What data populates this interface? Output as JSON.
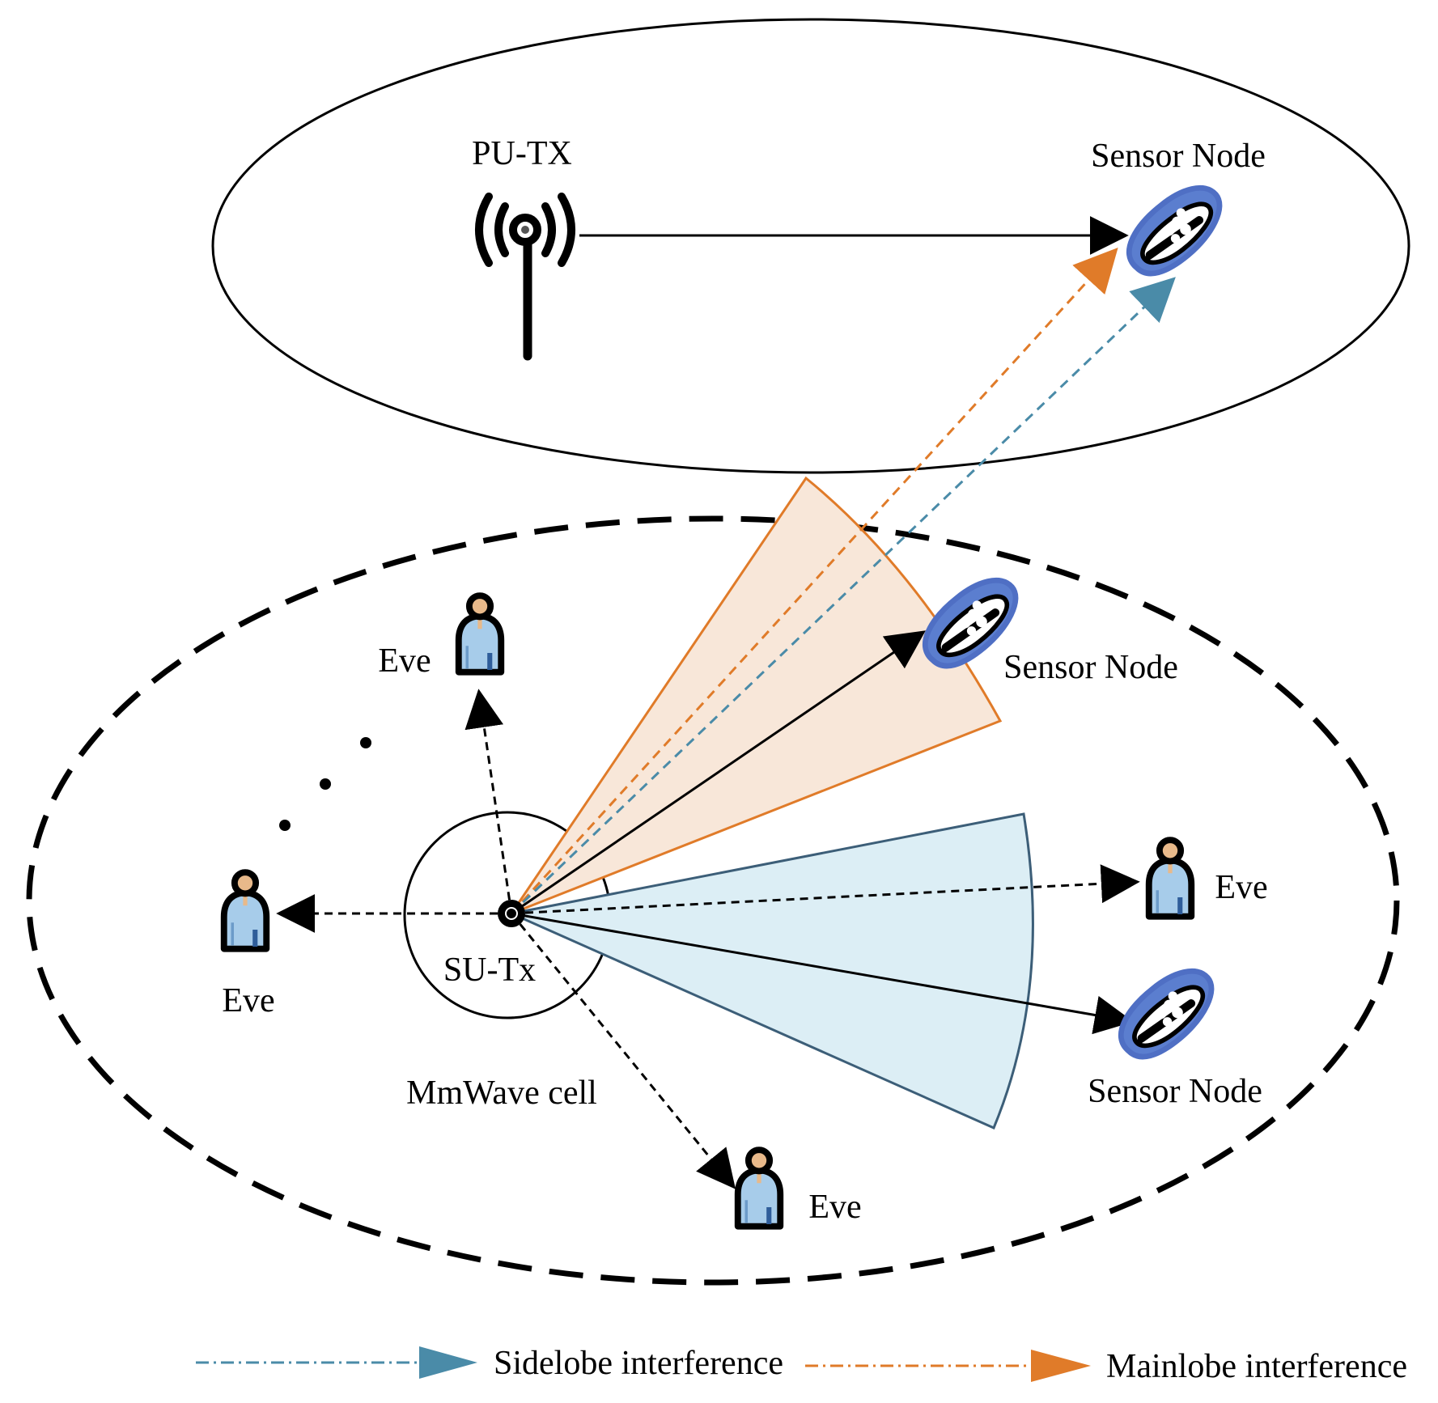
{
  "labels": {
    "pu_tx": "PU-TX",
    "sensor_node": "Sensor Node",
    "su_tx": "SU-Tx",
    "cell": "MmWave cell",
    "eve": "Eve"
  },
  "legend": {
    "sidelobe": "Sidelobe interference",
    "mainlobe": "Mainlobe interference"
  },
  "colors": {
    "mainlobe": "#E07B29",
    "sidelobe": "#4A8BA8",
    "mainlobe_fill": "#F8E7D9",
    "sidelobe_fill": "#DCEEF5",
    "sidelobe_edge": "#3C5E78",
    "sensor_halo": "#5B7ECF",
    "eve_body": "#A7CCEA",
    "eve_head": "#E8B98A"
  },
  "icons": {
    "pu_tx": "antenna-tower-icon",
    "sensor": "sensor-device-icon",
    "eve": "eavesdropper-person-icon"
  }
}
